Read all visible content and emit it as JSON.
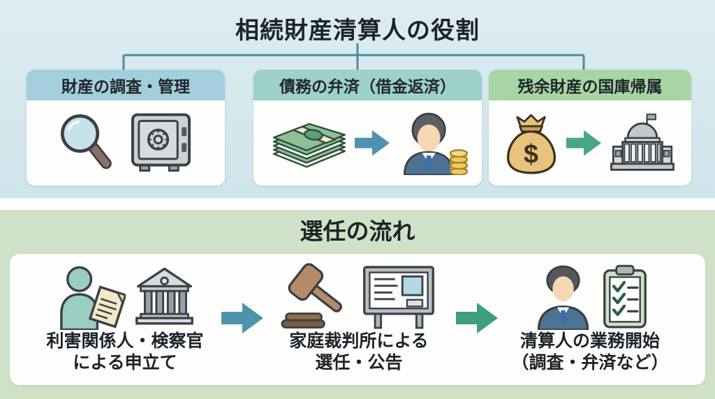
{
  "page": {
    "background_top": "#cfe4eb",
    "background_bottom": "#cfe2c7",
    "divider_color": "#ffffff",
    "text_color": "#1d2327",
    "connector_color": "#4c8c9c"
  },
  "top_section": {
    "title": "相続財産清算人の役割",
    "cards": [
      {
        "header": "財産の調査・管理",
        "header_bg": "#a3cede",
        "icons": [
          "magnifier-icon",
          "safe-icon"
        ]
      },
      {
        "header": "債務の弁済（借金返済）",
        "header_bg": "#9dd1ca",
        "arrow_color": "#4e93ad",
        "icons": [
          "money-stack-icon",
          "arrow-right-icon",
          "creditor-person-icon",
          "coins-icon"
        ]
      },
      {
        "header": "残余財産の国庫帰属",
        "header_bg": "#a8d5a4",
        "arrow_color": "#4aa584",
        "bag_symbol": "$",
        "icons": [
          "money-bag-icon",
          "arrow-right-icon",
          "government-building-icon"
        ]
      }
    ]
  },
  "bottom_section": {
    "title": "選任の流れ",
    "arrow_colors": [
      "#4e93ad",
      "#3f9e7e"
    ],
    "steps": [
      {
        "line1": "利害関係人・検察官",
        "line2": "による申立て",
        "icons": [
          "applicant-person-icon",
          "document-icon",
          "courthouse-icon"
        ]
      },
      {
        "line1": "家庭裁判所による",
        "line2": "選任・公告",
        "icons": [
          "gavel-icon",
          "notice-board-icon"
        ]
      },
      {
        "line1": "清算人の業務開始",
        "line2": "（調査・弁済など）",
        "icons": [
          "liquidator-person-icon",
          "checklist-clipboard-icon"
        ]
      }
    ]
  }
}
